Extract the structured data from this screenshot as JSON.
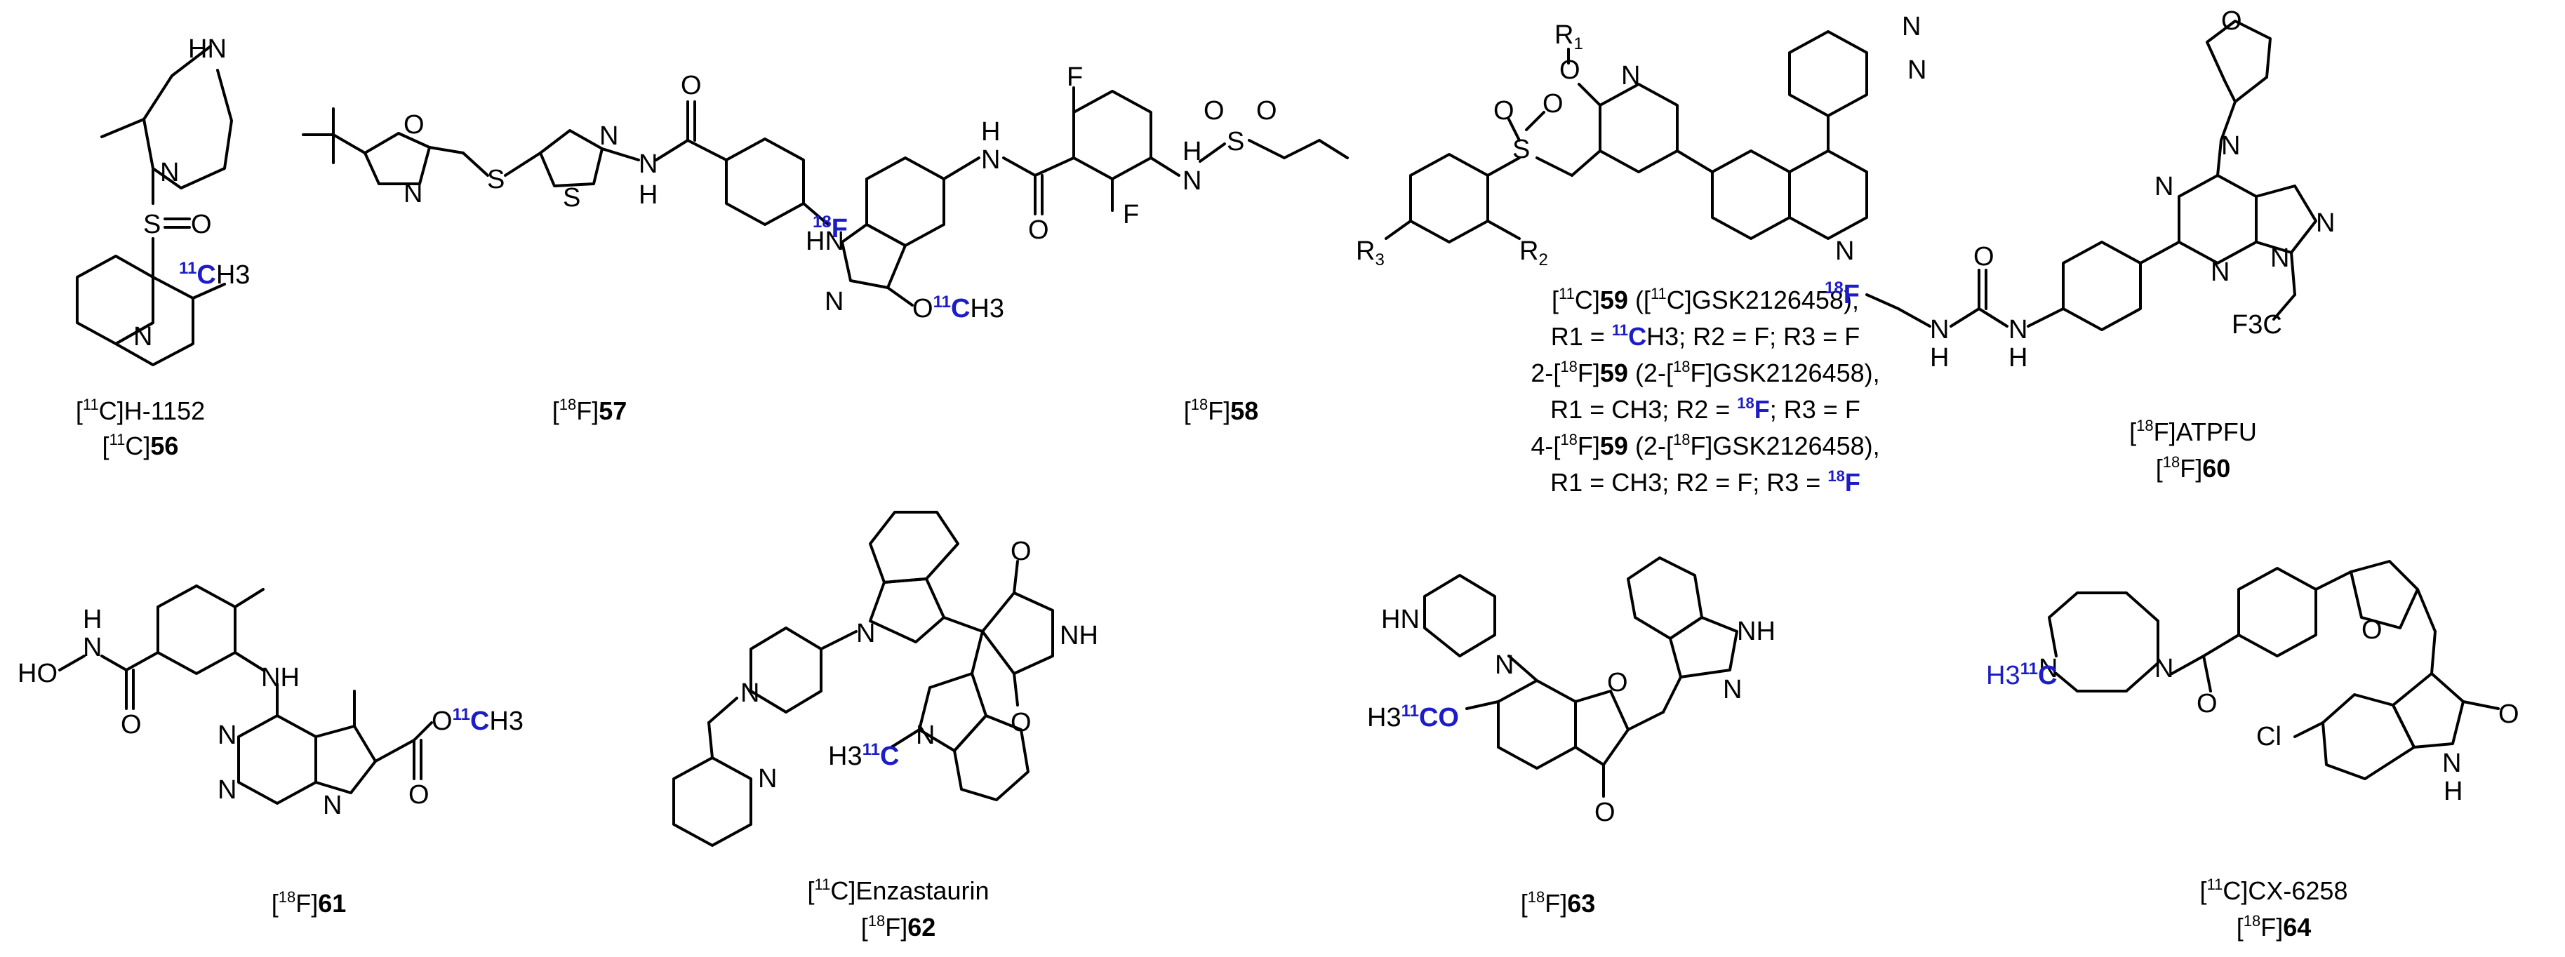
{
  "structures": [
    {
      "id": "h1152",
      "atoms": {
        "nh": "HN",
        "n_ring": "N",
        "s": "S",
        "o1": "O",
        "o2": "O",
        "n_isoq": "N",
        "label_iso": "11",
        "label_atom": "C",
        "label_rest": "H3"
      },
      "captions": [
        [
          "[",
          "11",
          "C]H-1152",
          ""
        ],
        [
          "[",
          "11",
          "C]",
          "56"
        ]
      ]
    },
    {
      "id": "c57",
      "atoms": {
        "o_ox": "O",
        "n_ox": "N",
        "s_link": "S",
        "s_thz": "S",
        "n_thz": "N",
        "nh": "N",
        "h": "H",
        "o_co": "O",
        "label_iso": "18",
        "label_atom": "F"
      },
      "captions": [
        [
          "[",
          "18",
          "F]",
          "57"
        ]
      ]
    },
    {
      "id": "c58",
      "atoms": {
        "f1": "F",
        "f2": "F",
        "nh1": "N",
        "h1": "H",
        "o_co": "O",
        "nh2": "N",
        "h2": "H",
        "s": "S",
        "o1": "O",
        "o2": "O",
        "hn": "HN",
        "n2": "N",
        "o_me": "O",
        "label_iso": "11",
        "label_atom": "C",
        "label_rest": "H3"
      },
      "captions": [
        [
          "[",
          "18",
          "F]",
          "58"
        ]
      ]
    },
    {
      "id": "c59",
      "atoms": {
        "r1": "R",
        "r1_sub": "1",
        "o": "O",
        "n_py": "N",
        "s": "S",
        "o1": "O",
        "o2": "O",
        "r2": "R",
        "r2_sub": "2",
        "r3": "R",
        "r3_sub": "3",
        "n_q": "N",
        "n_pd1": "N",
        "n_pd2": "N"
      },
      "captions": [
        [
          "[",
          "11",
          "C]",
          "59",
          " ([",
          "11",
          "C]GSK2126458),"
        ],
        [
          "R1 = ",
          "11",
          "C",
          "H3; R2 = F; R3 = F"
        ],
        [
          "2-[",
          "18",
          "F]",
          "59",
          " (2-[",
          "18",
          "F]GSK2126458),"
        ],
        [
          "R1 = CH3; R2 = ",
          "18",
          "F",
          "; R3 = F"
        ],
        [
          "4-[",
          "18",
          "F]",
          "59",
          " (2-[",
          "18",
          "F]GSK2126458),"
        ],
        [
          "R1 = CH3; R2 = F; R3 = ",
          "18",
          "F"
        ]
      ]
    },
    {
      "id": "atpfu",
      "atoms": {
        "o_bridge": "O",
        "n_bic": "N",
        "n1": "N",
        "n2": "N",
        "n3": "N",
        "n4": "N",
        "o_urea": "O",
        "nh1": "N",
        "h1": "H",
        "nh2": "N",
        "h2": "H",
        "cf3": "F3C",
        "label_iso": "18",
        "label_atom": "F"
      },
      "captions": [
        [
          "[",
          "18",
          "F]ATPFU",
          ""
        ],
        [
          "[",
          "18",
          "F]",
          "60"
        ]
      ]
    },
    {
      "id": "c61",
      "atoms": {
        "o_h": "HO",
        "n": "N",
        "h_n": "H",
        "o_co": "O",
        "nh": "NH",
        "n1": "N",
        "n2": "N",
        "n3": "N",
        "o_est": "O",
        "o_co2": "O",
        "label_iso": "11",
        "label_atom": "C",
        "label_rest": "H3"
      },
      "captions": [
        [
          "[",
          "18",
          "F]",
          "61"
        ]
      ]
    },
    {
      "id": "enz",
      "atoms": {
        "n_pip": "N",
        "n_ind1": "N",
        "n_pyr": "N",
        "o1": "O",
        "nh": "NH",
        "o2": "O",
        "n_ind2": "N",
        "label_pre": "H3",
        "label_iso": "11",
        "label_atom": "C"
      },
      "captions": [
        [
          "[",
          "11",
          "C]Enzastaurin",
          ""
        ],
        [
          "[",
          "18",
          "F]",
          "62"
        ]
      ]
    },
    {
      "id": "c63",
      "atoms": {
        "hn": "HN",
        "n_pz": "N",
        "o_ring": "O",
        "nh": "NH",
        "n2": "N",
        "o_me": "O",
        "o_co": "O",
        "label_pre": "H3",
        "label_iso": "11",
        "label_atom": "C"
      },
      "captions": [
        [
          "[",
          "18",
          "F]",
          "63"
        ]
      ]
    },
    {
      "id": "cx6258",
      "atoms": {
        "n1": "N",
        "n2": "N",
        "o_co": "O",
        "o_fur": "O",
        "cl": "Cl",
        "o_ox": "O",
        "nh": "N",
        "h": "H",
        "label_pre": "H3",
        "label_iso": "11",
        "label_atom": "C"
      },
      "captions": [
        [
          "[",
          "11",
          "C]CX-6258",
          ""
        ],
        [
          "[",
          "18",
          "F]",
          "64"
        ]
      ]
    }
  ]
}
